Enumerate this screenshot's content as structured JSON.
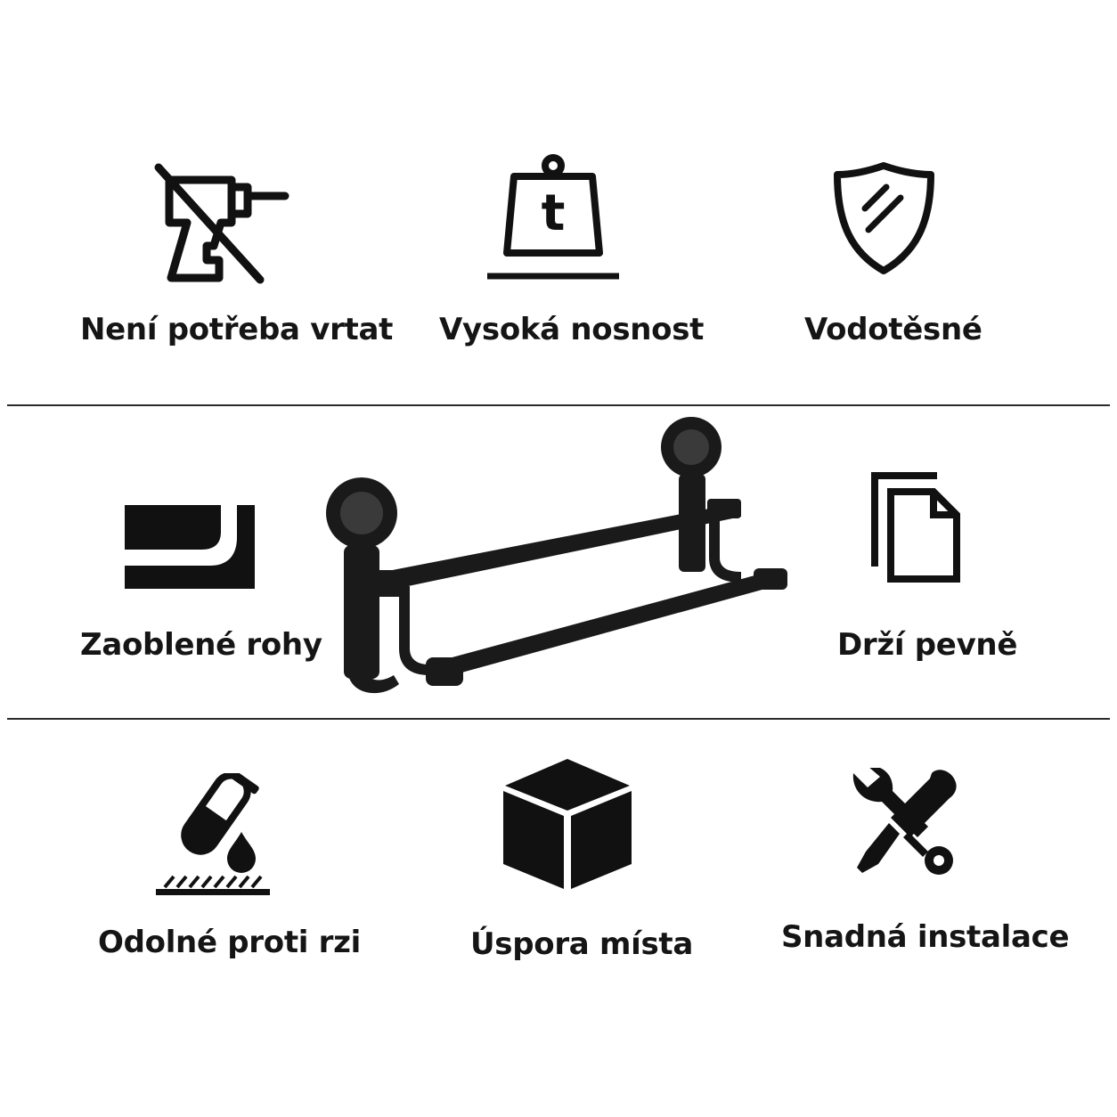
{
  "features": {
    "no_drill": {
      "label": "Není potřeba vrtat",
      "icon": "no-drill-icon"
    },
    "high_load": {
      "label": "Vysoká nosnost",
      "icon": "weight-icon",
      "weight_letter": "t"
    },
    "waterproof": {
      "label": "Vodotěsné",
      "icon": "shield-icon"
    },
    "rounded_corners": {
      "label": "Zaoblené rohy",
      "icon": "rounded-corner-icon"
    },
    "holds_firmly": {
      "label": "Drží pevně",
      "icon": "documents-icon"
    },
    "rust_resistant": {
      "label": "Odolné proti rzi",
      "icon": "test-tube-drop-icon"
    },
    "space_saving": {
      "label": "Úspora místa",
      "icon": "cube-icon"
    },
    "easy_install": {
      "label": "Snadná instalace",
      "icon": "wrench-screwdriver-icon"
    }
  },
  "product": {
    "name": "double-towel-rack",
    "color": "#1a1a1a"
  },
  "colors": {
    "icon": "#111111",
    "divider": "#2a2a2a",
    "background": "#ffffff"
  }
}
